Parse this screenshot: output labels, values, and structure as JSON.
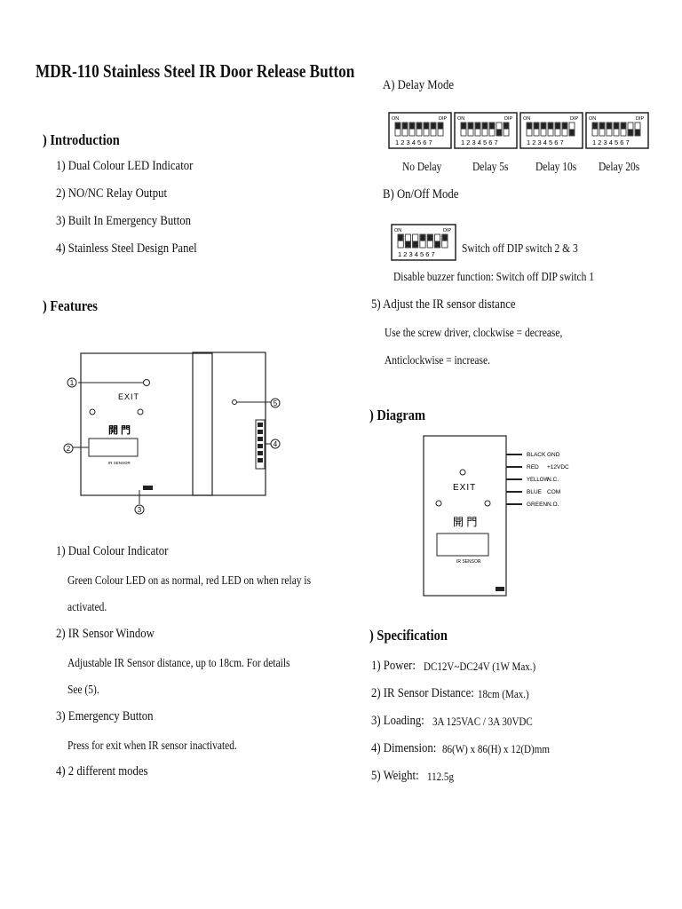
{
  "title": "MDR-110 Stainless Steel IR Door Release Button",
  "introduction": {
    "heading": ") Introduction",
    "items": [
      "1) Dual Colour LED Indicator",
      "2) NO/NC Relay Output",
      "3) Built In Emergency Button",
      "4) Stainless Steel Design Panel"
    ]
  },
  "features": {
    "heading": ") Features",
    "diagram": {
      "exit_label": "EXIT",
      "chinese_label": "開 門",
      "sensor_label": "IR SENSOR",
      "callouts": [
        "1",
        "2",
        "3",
        "4",
        "5"
      ]
    },
    "items": [
      {
        "title": "1) Dual Colour Indicator",
        "desc": [
          "Green Colour LED on as normal, red LED on when relay is",
          "activated."
        ]
      },
      {
        "title": "2) IR Sensor Window",
        "desc": [
          "Adjustable IR Sensor distance, up to 18cm. For details",
          "See (5)."
        ]
      },
      {
        "title": "3) Emergency Button",
        "desc": [
          "Press for exit when IR sensor inactivated."
        ]
      },
      {
        "title": "4) 2 different modes",
        "desc": []
      }
    ]
  },
  "modes": {
    "delay_heading": "A) Delay Mode",
    "dip_on": "ON",
    "dip_label": "DIP",
    "dip_numbers": "1 2 3 4 5 6 7",
    "delay_options": [
      "No Delay",
      "Delay 5s",
      "Delay 10s",
      "Delay 20s"
    ],
    "onoff_heading": "B) On/Off Mode",
    "onoff_note": "Switch off DIP switch 2 & 3",
    "buzzer_note": "Disable buzzer function: Switch off DIP switch 1",
    "adjust_title": "5) Adjust the IR sensor distance",
    "adjust_desc": [
      "Use the screw driver, clockwise = decrease,",
      "Anticlockwise = increase."
    ]
  },
  "diagram": {
    "heading": ") Diagram",
    "wires": [
      {
        "color": "BLACK",
        "signal": "GND"
      },
      {
        "color": "RED",
        "signal": "+12VDC"
      },
      {
        "color": "YELLOW",
        "signal": "N.C."
      },
      {
        "color": "BLUE",
        "signal": "COM"
      },
      {
        "color": "GREEN",
        "signal": "N.O."
      }
    ],
    "exit_label": "EXIT",
    "chinese_label": "開 門",
    "sensor_label": "IR SENSOR"
  },
  "specification": {
    "heading": ") Specification",
    "items": [
      {
        "label": "1) Power:",
        "value": "DC12V~DC24V (1W Max.)"
      },
      {
        "label": "2) IR Sensor Distance:",
        "value": "18cm (Max.)"
      },
      {
        "label": "3) Loading:",
        "value": "3A 125VAC / 3A 30VDC"
      },
      {
        "label": "4) Dimension:",
        "value": "86(W) x 86(H) x 12(D)mm"
      },
      {
        "label": "5) Weight:",
        "value": "112.5g"
      }
    ]
  }
}
